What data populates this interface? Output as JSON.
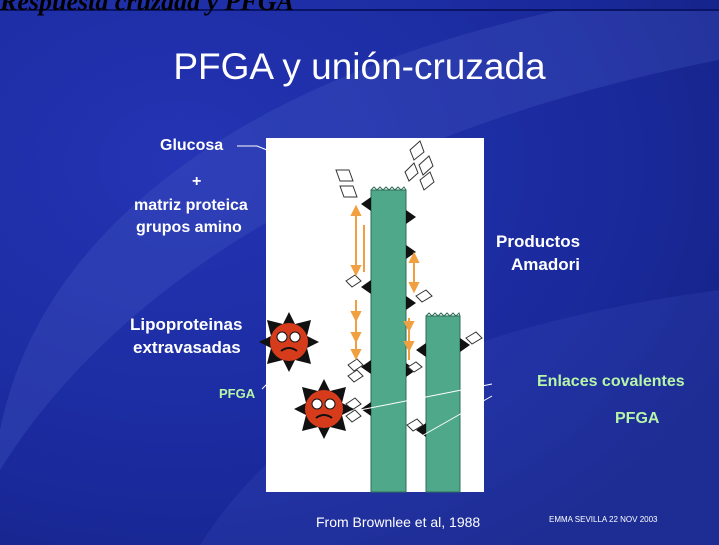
{
  "header": {
    "top_title": "Respuesta cruzada y PFGA",
    "title": "PFGA  y unión-cruzada"
  },
  "labels": {
    "glucosa": "Glucosa",
    "plus": "+",
    "matriz": "matriz proteica",
    "grupos": "grupos amino",
    "productos": "Productos",
    "amadori": "Amadori",
    "lipoproteinas": "Lipoproteinas",
    "extravasadas": "extravasadas",
    "pfga_left": "PFGA",
    "enlaces": "Enlaces covalentes",
    "pfga_right": "PFGA"
  },
  "footer": {
    "citation": "From Brownlee et al, 1988",
    "stamp": "EMMA  SEVILLA 22 NOV 2003"
  },
  "colors": {
    "background": "#1b2fa8",
    "column": "#4fa889",
    "arrow": "#f0a040",
    "molecule": "#d63c1c",
    "green_text": "#b7f5a9"
  }
}
